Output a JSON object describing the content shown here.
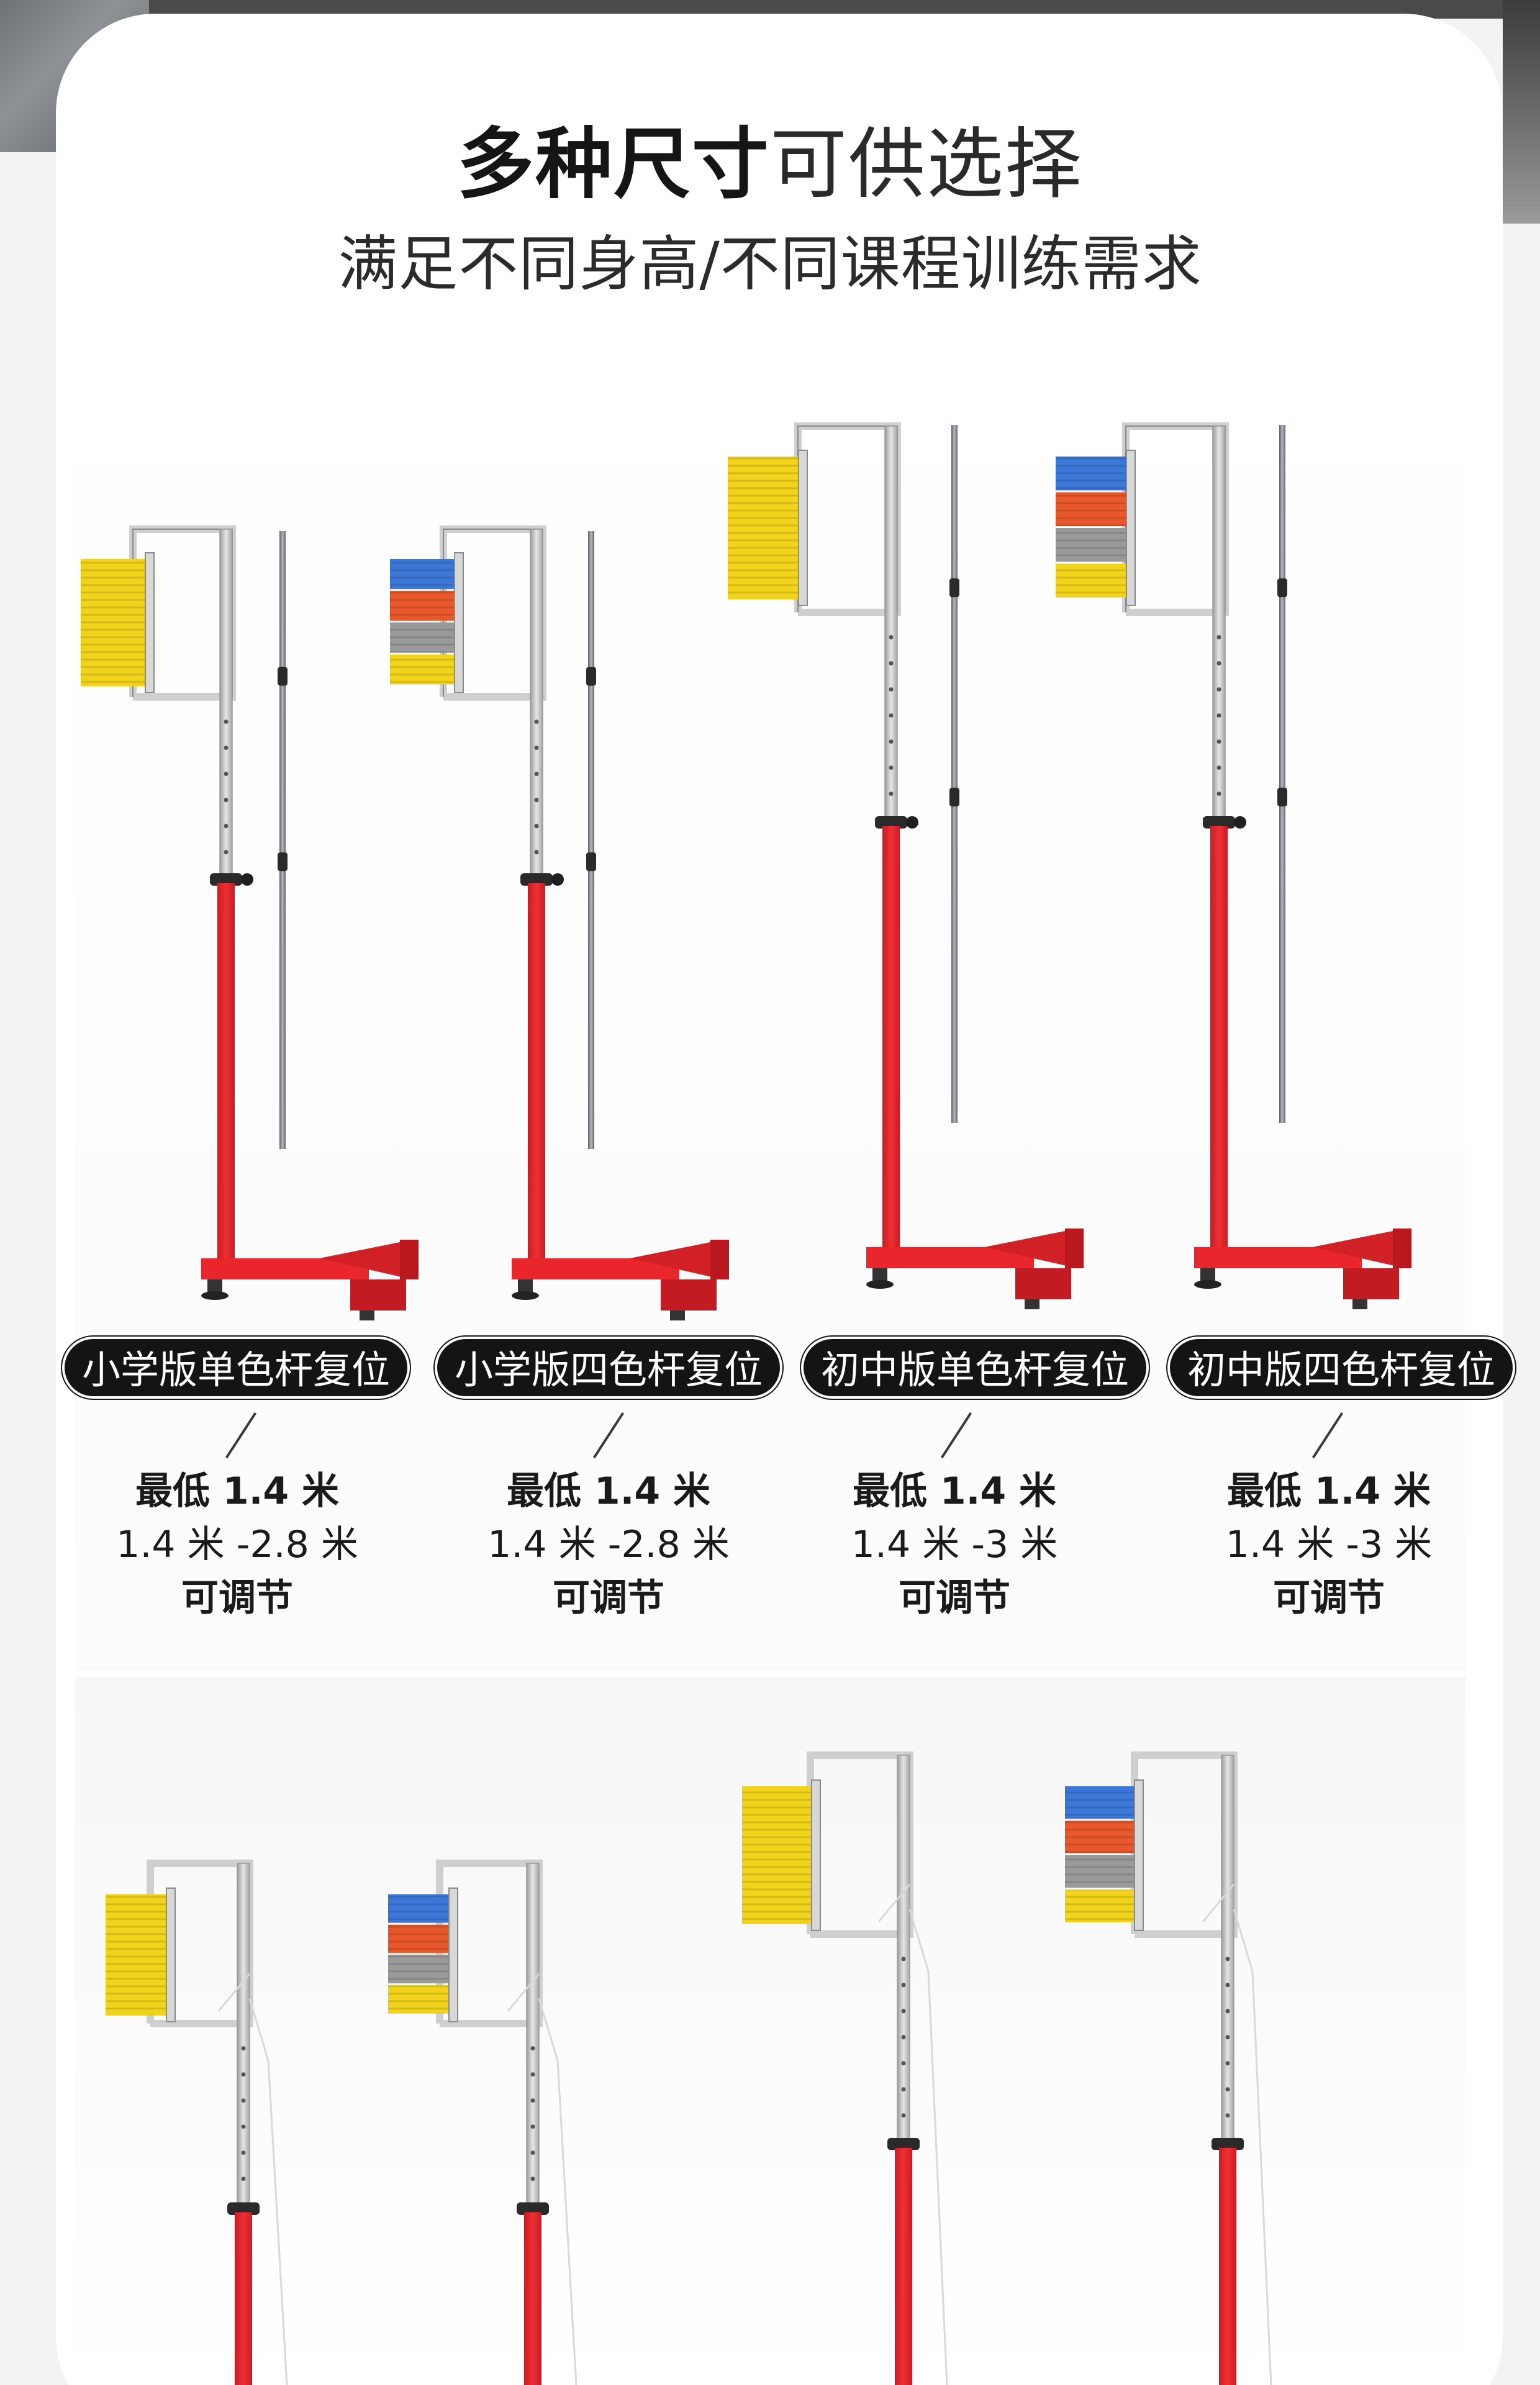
{
  "header": {
    "title_strong": "多种尺寸",
    "title_light": "可供选择",
    "subtitle": "满足不同身高/不同课程训练需求"
  },
  "products": [
    {
      "label": "小学版单色杆复位",
      "min_height": "最低 1.4 米",
      "range": "1.4 米 -2.8 米",
      "adjustable": "可调节",
      "marker": "single-color",
      "size": "primary"
    },
    {
      "label": "小学版四色杆复位",
      "min_height": "最低 1.4 米",
      "range": "1.4 米 -2.8 米",
      "adjustable": "可调节",
      "marker": "four-color",
      "size": "primary"
    },
    {
      "label": "初中版单色杆复位",
      "min_height": "最低 1.4 米",
      "range": "1.4 米 -3 米",
      "adjustable": "可调节",
      "marker": "single-color",
      "size": "junior"
    },
    {
      "label": "初中版四色杆复位",
      "min_height": "最低 1.4 米",
      "range": "1.4 米 -3 米",
      "adjustable": "可调节",
      "marker": "four-color",
      "size": "junior"
    }
  ],
  "colors": {
    "stand_red": "#e8262c",
    "pole_silver": "#c9c9c9",
    "marker_yellow": "#f2d31b",
    "marker_blue": "#3b78d8",
    "marker_orange": "#e8582a",
    "marker_gray": "#9a9a9a",
    "pill_black": "#141414"
  }
}
